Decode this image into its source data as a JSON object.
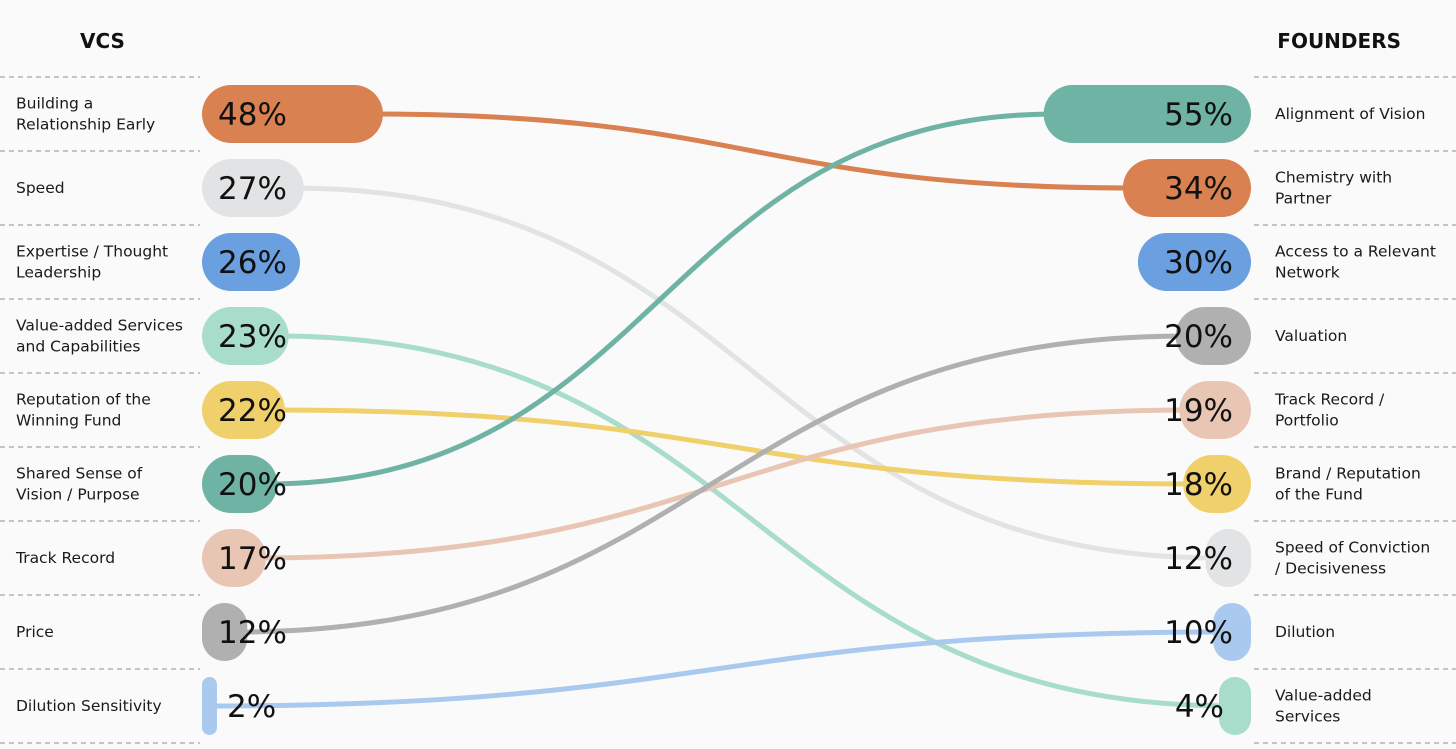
{
  "chart_data": {
    "type": "bump",
    "left_header": "VCS",
    "right_header": "FOUNDERS",
    "colors": {
      "orange": "#d98150",
      "lightgray": "#e2e3e4",
      "blue": "#6aa0e0",
      "mint": "#a8dccb",
      "yellow": "#efd06a",
      "teal": "#6fb3a5",
      "peach": "#e8c6b3",
      "gray": "#b0b0b0",
      "lightblue": "#a9c9ee"
    },
    "left": [
      {
        "label": "Building a\nRelationship Early",
        "value": 48,
        "display": "48%",
        "color": "orange"
      },
      {
        "label": "Speed",
        "value": 27,
        "display": "27%",
        "color": "lightgray"
      },
      {
        "label": "Expertise / Thought\nLeadership",
        "value": 26,
        "display": "26%",
        "color": "blue"
      },
      {
        "label": "Value-added Services\nand Capabilities",
        "value": 23,
        "display": "23%",
        "color": "mint"
      },
      {
        "label": "Reputation of the\nWinning Fund",
        "value": 22,
        "display": "22%",
        "color": "yellow"
      },
      {
        "label": "Shared Sense of\nVision / Purpose",
        "value": 20,
        "display": "20%",
        "color": "teal"
      },
      {
        "label": "Track Record",
        "value": 17,
        "display": "17%",
        "color": "peach"
      },
      {
        "label": "Price",
        "value": 12,
        "display": "12%",
        "color": "gray"
      },
      {
        "label": "Dilution Sensitivity",
        "value": 2,
        "display": "2%",
        "color": "lightblue"
      }
    ],
    "right": [
      {
        "label": "Alignment of Vision",
        "value": 55,
        "display": "55%",
        "color": "teal"
      },
      {
        "label": "Chemistry with\nPartner",
        "value": 34,
        "display": "34%",
        "color": "orange"
      },
      {
        "label": "Access to a Relevant\nNetwork",
        "value": 30,
        "display": "30%",
        "color": "blue"
      },
      {
        "label": "Valuation",
        "value": 20,
        "display": "20%",
        "color": "gray"
      },
      {
        "label": "Track Record /\nPortfolio",
        "value": 19,
        "display": "19%",
        "color": "peach"
      },
      {
        "label": "Brand / Reputation\nof the Fund",
        "value": 18,
        "display": "18%",
        "color": "yellow"
      },
      {
        "label": "Speed of Conviction\n/ Decisiveness",
        "value": 12,
        "display": "12%",
        "color": "lightgray"
      },
      {
        "label": "Dilution",
        "value": 10,
        "display": "10%",
        "color": "lightblue"
      },
      {
        "label": "Value-added\nServices",
        "value": 4,
        "display": "4%",
        "color": "mint"
      }
    ],
    "connections": [
      [
        0,
        1
      ],
      [
        1,
        6
      ],
      [
        3,
        8
      ],
      [
        4,
        5
      ],
      [
        5,
        0
      ],
      [
        6,
        4
      ],
      [
        7,
        3
      ],
      [
        8,
        7
      ]
    ]
  }
}
